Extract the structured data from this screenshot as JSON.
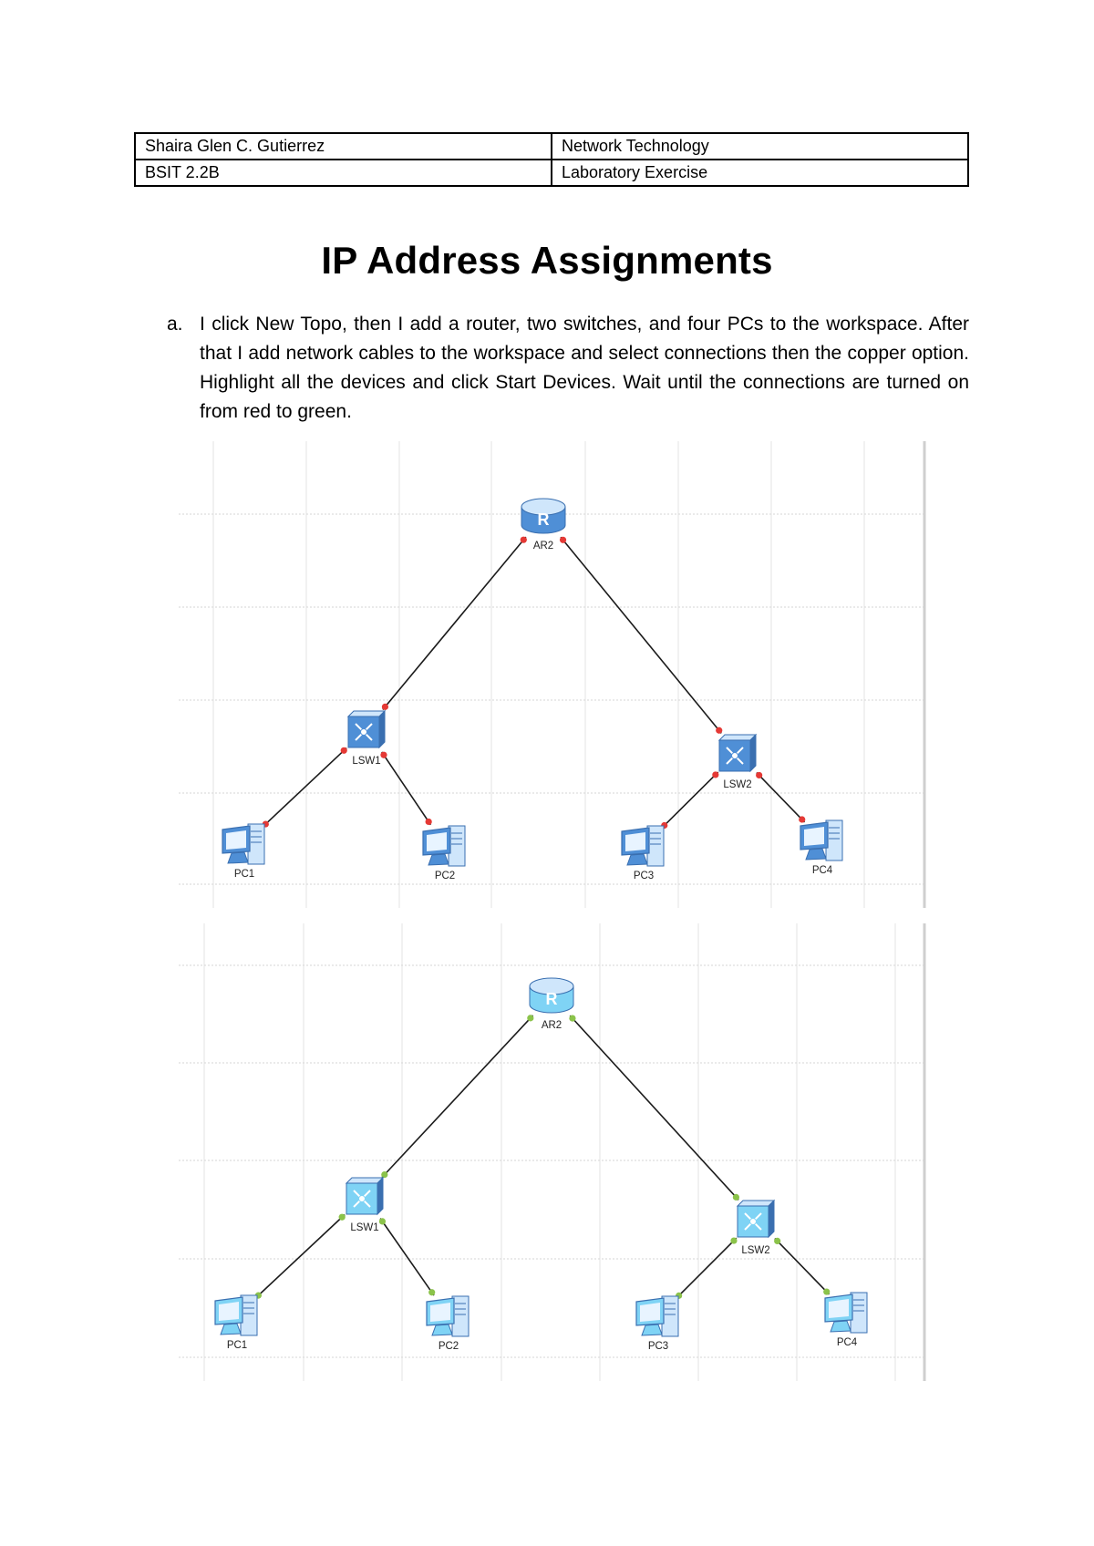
{
  "header": {
    "name": "Shaira Glen C. Gutierrez",
    "course": "Network Technology",
    "section": "BSIT 2.2B",
    "activity": "Laboratory Exercise"
  },
  "title": "IP Address Assignments",
  "step": {
    "marker": "a.",
    "text": "I click New Topo, then I add a router, two switches, and four PCs to the workspace. After that I add network cables to the workspace and select connections then the copper option. Highlight all the devices and click Start Devices. Wait until the connections are turned on from red to green."
  },
  "topologies": [
    {
      "state": "stopped",
      "port_color": "#e53935",
      "device_tone": "#4f8fd6",
      "devices": {
        "router": {
          "label": "AR2",
          "icon": "router-icon",
          "glyph": "R"
        },
        "switch1": {
          "label": "LSW1",
          "icon": "switch-icon"
        },
        "switch2": {
          "label": "LSW2",
          "icon": "switch-icon"
        },
        "pc1": {
          "label": "PC1",
          "icon": "pc-icon"
        },
        "pc2": {
          "label": "PC2",
          "icon": "pc-icon"
        },
        "pc3": {
          "label": "PC3",
          "icon": "pc-icon"
        },
        "pc4": {
          "label": "PC4",
          "icon": "pc-icon"
        }
      }
    },
    {
      "state": "started",
      "port_color": "#8bc34a",
      "device_tone": "#7fd3f5",
      "devices": {
        "router": {
          "label": "AR2",
          "icon": "router-icon",
          "glyph": "R"
        },
        "switch1": {
          "label": "LSW1",
          "icon": "switch-icon"
        },
        "switch2": {
          "label": "LSW2",
          "icon": "switch-icon"
        },
        "pc1": {
          "label": "PC1",
          "icon": "pc-icon"
        },
        "pc2": {
          "label": "PC2",
          "icon": "pc-icon"
        },
        "pc3": {
          "label": "PC3",
          "icon": "pc-icon"
        },
        "pc4": {
          "label": "PC4",
          "icon": "pc-icon"
        }
      }
    }
  ]
}
